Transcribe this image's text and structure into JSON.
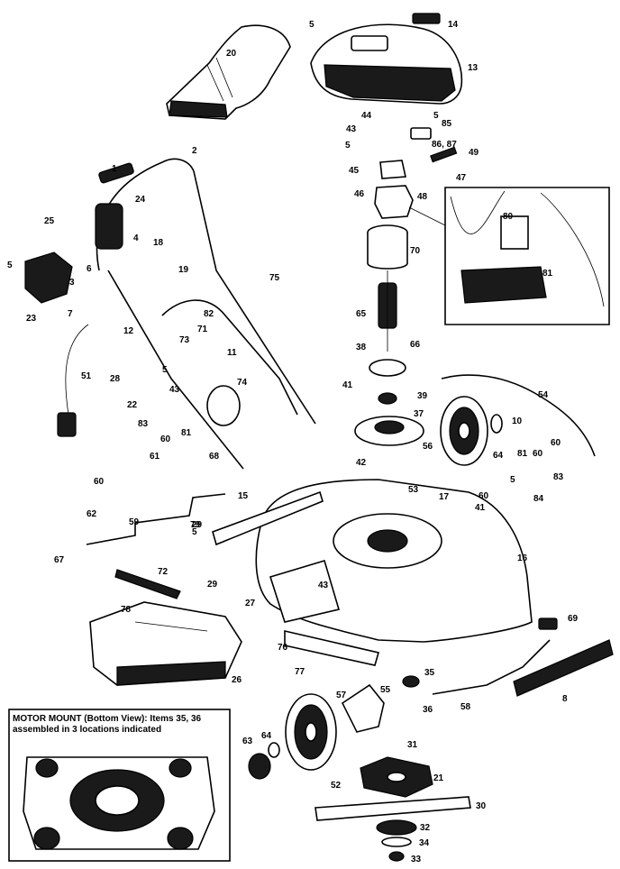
{
  "motor_mount": {
    "title": "MOTOR MOUNT",
    "caption": "(Bottom View): Items 35, 36 assembled in 3 locations indicated"
  },
  "callouts": [
    {
      "id": "c1",
      "text": "1"
    },
    {
      "id": "c2",
      "text": "2"
    },
    {
      "id": "c3",
      "text": "3"
    },
    {
      "id": "c4",
      "text": "4"
    },
    {
      "id": "c5a",
      "text": "5"
    },
    {
      "id": "c5b",
      "text": "5"
    },
    {
      "id": "c5c",
      "text": "5"
    },
    {
      "id": "c5d",
      "text": "5"
    },
    {
      "id": "c5e",
      "text": "5"
    },
    {
      "id": "c5f",
      "text": "5"
    },
    {
      "id": "c5g",
      "text": "5"
    },
    {
      "id": "c6",
      "text": "6"
    },
    {
      "id": "c7",
      "text": "7"
    },
    {
      "id": "c8",
      "text": "8"
    },
    {
      "id": "c10",
      "text": "10"
    },
    {
      "id": "c11",
      "text": "11"
    },
    {
      "id": "c12",
      "text": "12"
    },
    {
      "id": "c13",
      "text": "13"
    },
    {
      "id": "c14",
      "text": "14"
    },
    {
      "id": "c15",
      "text": "15"
    },
    {
      "id": "c16",
      "text": "16"
    },
    {
      "id": "c17",
      "text": "17"
    },
    {
      "id": "c18",
      "text": "18"
    },
    {
      "id": "c19",
      "text": "19"
    },
    {
      "id": "c20",
      "text": "20"
    },
    {
      "id": "c21",
      "text": "21"
    },
    {
      "id": "c22",
      "text": "22"
    },
    {
      "id": "c23",
      "text": "23"
    },
    {
      "id": "c24",
      "text": "24"
    },
    {
      "id": "c25",
      "text": "25"
    },
    {
      "id": "c26",
      "text": "26"
    },
    {
      "id": "c27",
      "text": "27"
    },
    {
      "id": "c28",
      "text": "28"
    },
    {
      "id": "c29a",
      "text": "29"
    },
    {
      "id": "c29b",
      "text": "29"
    },
    {
      "id": "c30",
      "text": "30"
    },
    {
      "id": "c31",
      "text": "31"
    },
    {
      "id": "c32",
      "text": "32"
    },
    {
      "id": "c33",
      "text": "33"
    },
    {
      "id": "c34",
      "text": "34"
    },
    {
      "id": "c35",
      "text": "35"
    },
    {
      "id": "c36",
      "text": "36"
    },
    {
      "id": "c37",
      "text": "37"
    },
    {
      "id": "c38",
      "text": "38"
    },
    {
      "id": "c39",
      "text": "39"
    },
    {
      "id": "c41a",
      "text": "41"
    },
    {
      "id": "c41b",
      "text": "41"
    },
    {
      "id": "c42",
      "text": "42"
    },
    {
      "id": "c43a",
      "text": "43"
    },
    {
      "id": "c43b",
      "text": "43"
    },
    {
      "id": "c43c",
      "text": "43"
    },
    {
      "id": "c44",
      "text": "44"
    },
    {
      "id": "c45",
      "text": "45"
    },
    {
      "id": "c46",
      "text": "46"
    },
    {
      "id": "c47",
      "text": "47"
    },
    {
      "id": "c48",
      "text": "48"
    },
    {
      "id": "c49",
      "text": "49"
    },
    {
      "id": "c51",
      "text": "51"
    },
    {
      "id": "c52",
      "text": "52"
    },
    {
      "id": "c53",
      "text": "53"
    },
    {
      "id": "c54",
      "text": "54"
    },
    {
      "id": "c55",
      "text": "55"
    },
    {
      "id": "c56",
      "text": "56"
    },
    {
      "id": "c57",
      "text": "57"
    },
    {
      "id": "c58",
      "text": "58"
    },
    {
      "id": "c59",
      "text": "59"
    },
    {
      "id": "c60a",
      "text": "60"
    },
    {
      "id": "c60b",
      "text": "60"
    },
    {
      "id": "c60c",
      "text": "60"
    },
    {
      "id": "c60d",
      "text": "60"
    },
    {
      "id": "c60e",
      "text": "60"
    },
    {
      "id": "c61",
      "text": "61"
    },
    {
      "id": "c62",
      "text": "62"
    },
    {
      "id": "c63",
      "text": "63"
    },
    {
      "id": "c64a",
      "text": "64"
    },
    {
      "id": "c64b",
      "text": "64"
    },
    {
      "id": "c65",
      "text": "65"
    },
    {
      "id": "c66",
      "text": "66"
    },
    {
      "id": "c67",
      "text": "67"
    },
    {
      "id": "c68",
      "text": "68"
    },
    {
      "id": "c69",
      "text": "69"
    },
    {
      "id": "c70",
      "text": "70"
    },
    {
      "id": "c71",
      "text": "71"
    },
    {
      "id": "c72",
      "text": "72"
    },
    {
      "id": "c73",
      "text": "73"
    },
    {
      "id": "c74",
      "text": "74"
    },
    {
      "id": "c75",
      "text": "75"
    },
    {
      "id": "c76",
      "text": "76"
    },
    {
      "id": "c77",
      "text": "77"
    },
    {
      "id": "c78",
      "text": "78"
    },
    {
      "id": "c79",
      "text": "79"
    },
    {
      "id": "c80",
      "text": "80"
    },
    {
      "id": "c81a",
      "text": "81"
    },
    {
      "id": "c81b",
      "text": "81"
    },
    {
      "id": "c81c",
      "text": "81"
    },
    {
      "id": "c82",
      "text": "82"
    },
    {
      "id": "c83a",
      "text": "83"
    },
    {
      "id": "c83b",
      "text": "83"
    },
    {
      "id": "c85",
      "text": "85"
    },
    {
      "id": "c86",
      "text": "86, 87"
    },
    {
      "id": "c84",
      "text": "84"
    }
  ]
}
